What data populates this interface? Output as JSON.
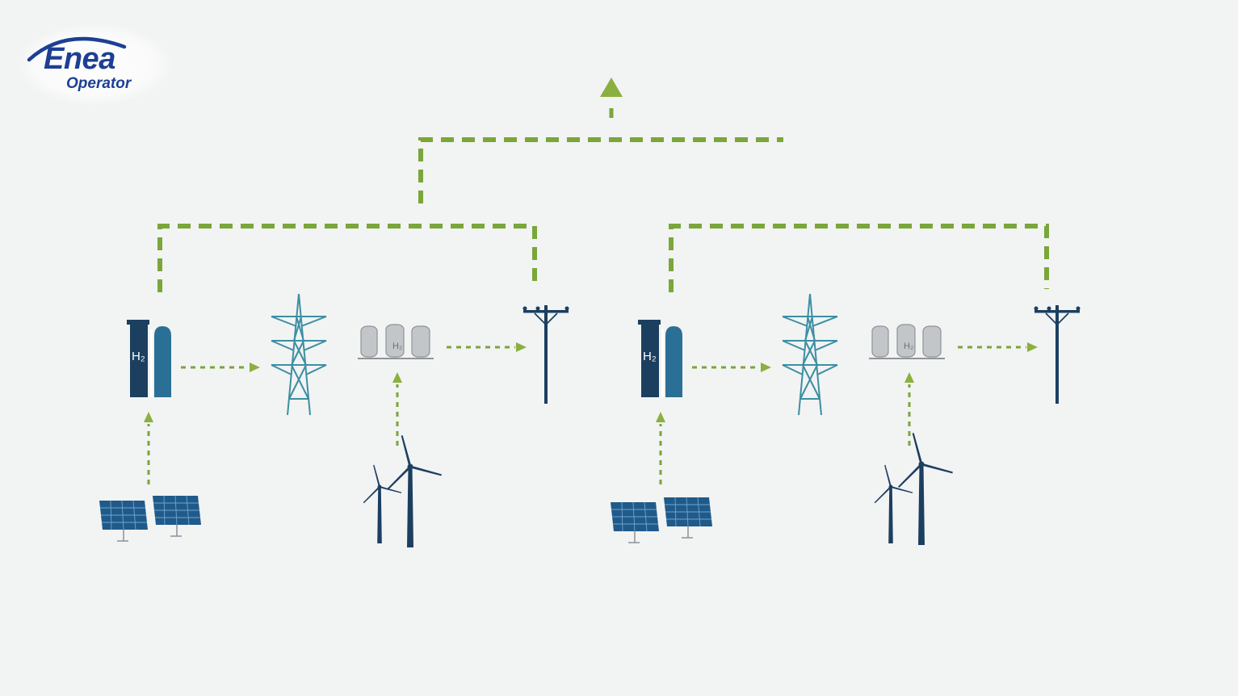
{
  "logo": {
    "brand": "Enea",
    "subtitle": "Operator"
  },
  "icons": {
    "electrolyzer_label": "H₂",
    "storage_tank_label": "H₂"
  },
  "colors": {
    "background": "#f2f3f3",
    "connector_green": "#7aa63a",
    "arrow_green": "#8ab03f",
    "equipment_navy": "#1c3f60",
    "equipment_teal": "#2a6f95",
    "pylon_teal": "#3c8fa3",
    "tank_grey": "#b9bcbe",
    "logo_blue": "#1d3f94"
  },
  "diagram": {
    "clusters": [
      {
        "name": "cluster-left",
        "nodes": [
          "solar-panels",
          "electrolyzer",
          "transmission-pylon",
          "hydrogen-storage",
          "wind-turbines",
          "utility-pole"
        ]
      },
      {
        "name": "cluster-right",
        "nodes": [
          "solar-panels",
          "electrolyzer",
          "transmission-pylon",
          "hydrogen-storage",
          "wind-turbines",
          "utility-pole"
        ]
      }
    ],
    "top_output": "up-arrow"
  }
}
